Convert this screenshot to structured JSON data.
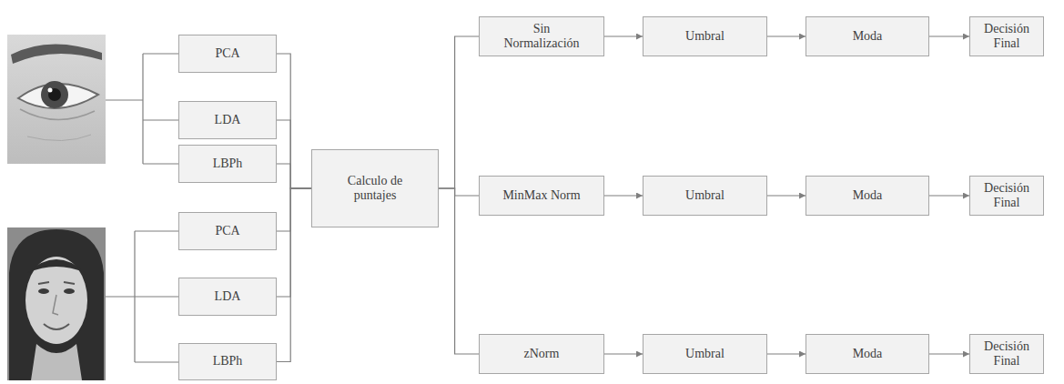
{
  "diagram": {
    "nodes": [
      {
        "text": [
          "PCA"
        ]
      },
      {
        "text": [
          "LDA"
        ]
      },
      {
        "text": [
          "LBPh"
        ]
      },
      {
        "text": [
          "PCA"
        ]
      },
      {
        "text": [
          "LDA"
        ]
      },
      {
        "text": [
          "LBPh"
        ]
      },
      {
        "text": [
          "Calculo de puntajes"
        ]
      },
      {
        "text": [
          "Sin Normalización"
        ]
      },
      {
        "text": [
          "Umbral"
        ]
      },
      {
        "text": [
          "Moda"
        ]
      },
      {
        "text": [
          "Decisión Final"
        ]
      },
      {
        "text": [
          "MinMax Norm"
        ]
      },
      {
        "text": [
          "Umbral"
        ]
      },
      {
        "text": [
          "Moda"
        ]
      },
      {
        "text": [
          "Decisión Final"
        ]
      },
      {
        "text": [
          "zNorm"
        ]
      },
      {
        "text": [
          "Umbral"
        ]
      },
      {
        "text": [
          "Moda"
        ]
      },
      {
        "text": [
          "Decisión Final"
        ]
      }
    ],
    "edges": [
      {
        "from": 0,
        "to": 6,
        "arrow": "none"
      },
      {
        "from": 1,
        "to": 6,
        "arrow": "none"
      },
      {
        "from": 2,
        "to": 6,
        "arrow": "none"
      },
      {
        "from": 3,
        "to": 6,
        "arrow": "none"
      },
      {
        "from": 4,
        "to": 6,
        "arrow": "none"
      },
      {
        "from": 5,
        "to": 6,
        "arrow": "none"
      },
      {
        "from": 6,
        "to": 7,
        "arrow": "none"
      },
      {
        "from": 6,
        "to": 11,
        "arrow": "none"
      },
      {
        "from": 6,
        "to": 15,
        "arrow": "none"
      },
      {
        "from": 7,
        "to": 8,
        "arrow": "to"
      },
      {
        "from": 8,
        "to": 9,
        "arrow": "to"
      },
      {
        "from": 9,
        "to": 10,
        "arrow": "to"
      },
      {
        "from": 11,
        "to": 12,
        "arrow": "to"
      },
      {
        "from": 12,
        "to": 13,
        "arrow": "to"
      },
      {
        "from": 13,
        "to": 14,
        "arrow": "to"
      },
      {
        "from": 15,
        "to": 16,
        "arrow": "to"
      },
      {
        "from": 16,
        "to": 17,
        "arrow": "to"
      },
      {
        "from": 17,
        "to": 18,
        "arrow": "to"
      }
    ]
  }
}
